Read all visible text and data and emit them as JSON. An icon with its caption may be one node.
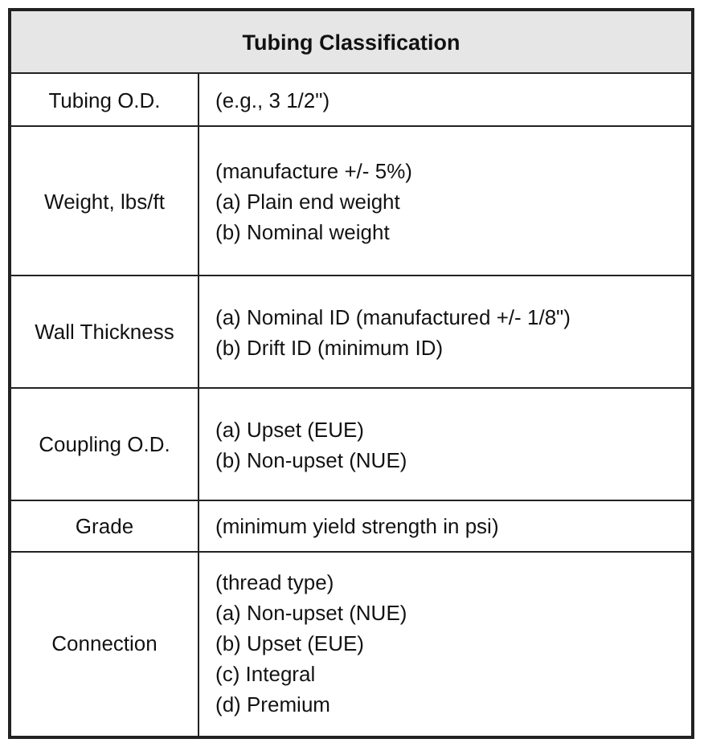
{
  "diagram": {
    "title": "Tubing Classification",
    "labels": [
      "Tubing O.D.",
      "(e.g., 3 1/2\")",
      "Weight, lbs/ft",
      "(manufacture +/- 5%)",
      "(a) Plain end weight",
      "(b) Nominal weight",
      "Wall Thickness",
      "(a) Nominal ID (manufactured +/- 1/8\")",
      "(b) Drift ID (minimum ID)",
      "Coupling O.D.",
      "(a) Upset (EUE)",
      "(b) Non-upset (NUE)",
      "Grade",
      "(minimum yield strength in psi)",
      "Connection",
      "(thread type)",
      "(a) Non-upset (NUE)",
      "(b) Upset (EUE)",
      "(c) Integral",
      "(d) Premium"
    ]
  }
}
